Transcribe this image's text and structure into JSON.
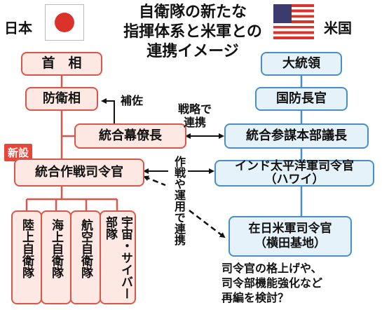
{
  "title": {
    "lines": [
      "自衛隊の新たな",
      "指揮体系と米軍との",
      "連携イメージ"
    ]
  },
  "countries": {
    "japan": "日本",
    "us": "米国"
  },
  "japan_side": {
    "pm": "首　相",
    "defense_minister": "防衛相",
    "joint_staff": "統合幕僚長",
    "new_badge": "新設",
    "joint_ops_commander": "統合作戦司令官",
    "units": [
      {
        "name": "陸上自衛隊"
      },
      {
        "name": "海上自衛隊"
      },
      {
        "name": "航空自衛隊"
      },
      {
        "name": "宇宙・サイバー部隊"
      }
    ]
  },
  "us_side": {
    "president": "大統領",
    "defense_secretary": "国防長官",
    "joint_chiefs": "統合参謀本部議長",
    "indopacom": {
      "line1": "インド太平洋軍司令官",
      "line2": "（ハワイ）"
    },
    "usfj": {
      "line1": "在日米軍司令官",
      "line2": "（横田基地）"
    }
  },
  "annotations": {
    "assist": "補佐",
    "strategy": [
      "戦略で",
      "連携"
    ],
    "ops_coord": "作戦や運用で連携",
    "note": [
      "司令官の格上げや、",
      "司令部機能強化など",
      "再編を検討？"
    ]
  },
  "colors": {
    "japan_border": "#d9574a",
    "japan_fill": "#fde8e4",
    "us_border": "#4a8fc4",
    "us_fill": "#e6f2fa",
    "badge": "#e8463a",
    "flag_red": "#d9332b",
    "flag_blue": "#3c3b6e"
  }
}
